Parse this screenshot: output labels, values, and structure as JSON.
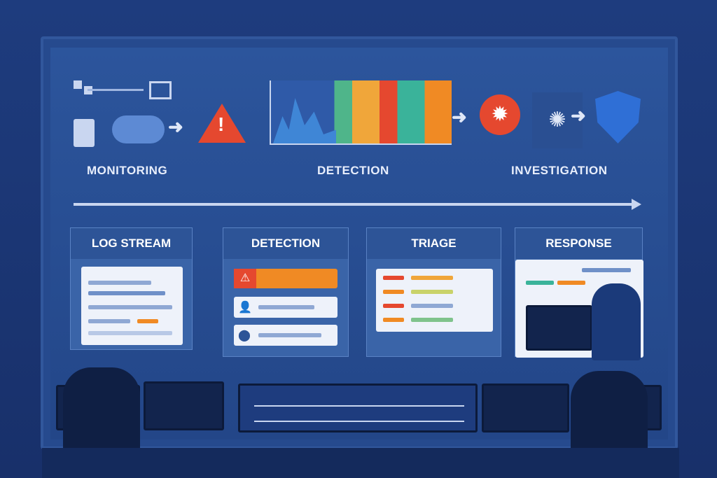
{
  "stages_top": {
    "monitoring": "MONITORING",
    "detection": "DETECTION",
    "investigation": "INVESTIGATION"
  },
  "panels": [
    {
      "title": "LOG STREAM"
    },
    {
      "title": "DETECTION"
    },
    {
      "title": "TRIAGE"
    },
    {
      "title": "RESPONSE"
    }
  ],
  "icons": [
    "network-icon",
    "server-icon",
    "cloud-icon",
    "warning-icon",
    "heatmap-chart",
    "virus-alert-icon",
    "bug-icon",
    "shield-icon"
  ],
  "colors": {
    "accent_orange": "#f08a24",
    "alert_red": "#e5482f",
    "background": "#1e3c7e",
    "shield": "#2f6fd6"
  }
}
